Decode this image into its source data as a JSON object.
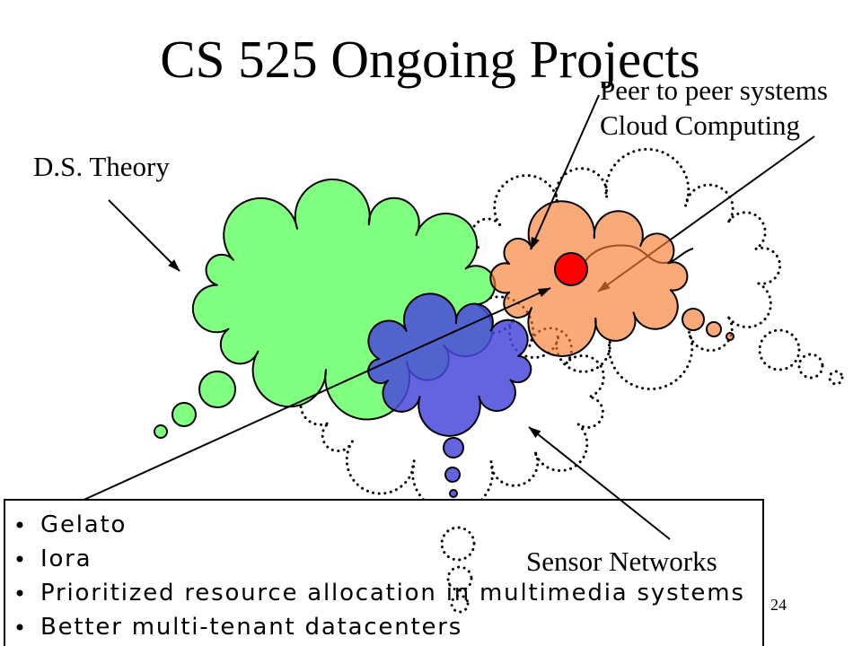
{
  "slide": {
    "title": "CS 525 Ongoing Projects",
    "page_number": "24"
  },
  "labels": {
    "peer_to_peer": "Peer to peer systems",
    "cloud_computing": "Cloud Computing",
    "ds_theory": "D.S. Theory",
    "sensor_networks": "Sensor Networks"
  },
  "projects_box": {
    "items": [
      "Gelato",
      "Iora",
      "Prioritized resource allocation in multimedia systems",
      "Better multi-tenant datacenters"
    ]
  },
  "colors": {
    "ds_theory_cloud": "#80FF80",
    "p2p_cloud_computing_cloud": "#F77C2F",
    "sensor_networks_cloud": "#4949DC",
    "project_marker": "#FF0000"
  }
}
